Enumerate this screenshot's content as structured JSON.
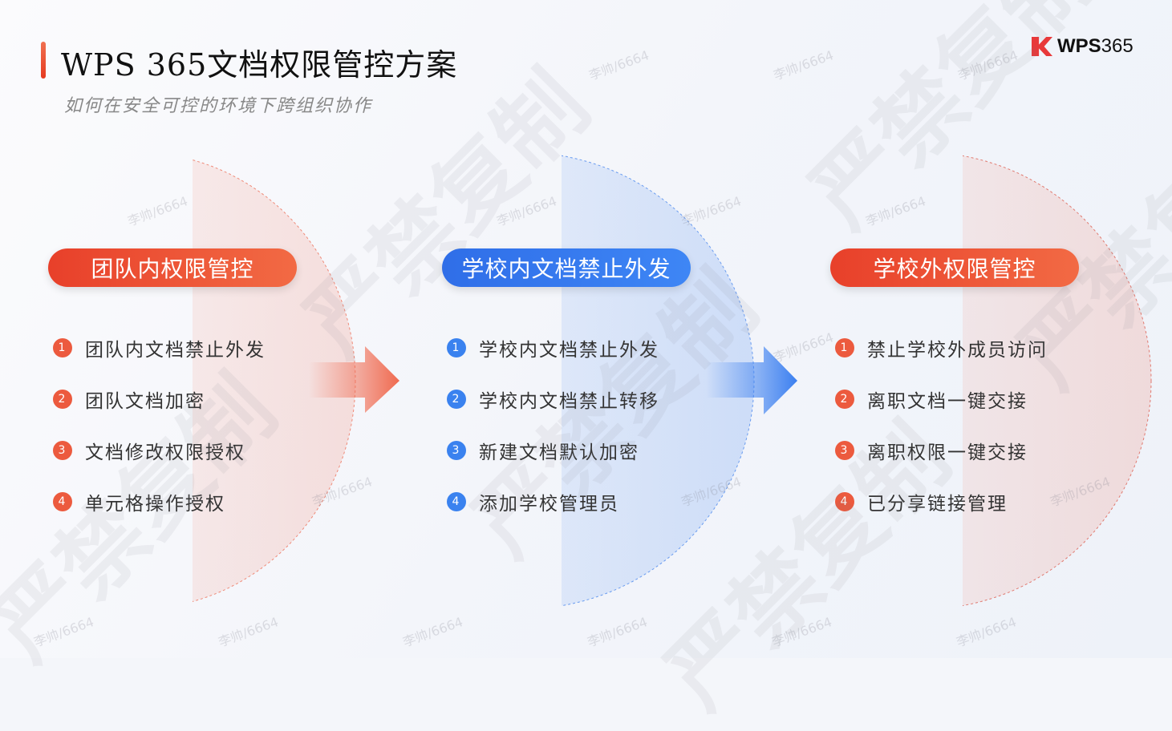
{
  "header": {
    "title": "WPS 365文档权限管控方案",
    "subtitle": "如何在安全可控的环境下跨组织协作"
  },
  "logo": {
    "text_bold": "WPS",
    "text_light": "365"
  },
  "columns": [
    {
      "title": "团队内权限管控",
      "color": "#e8402a",
      "items": [
        {
          "n": "1",
          "label": "团队内文档禁止外发"
        },
        {
          "n": "2",
          "label": "团队文档加密"
        },
        {
          "n": "3",
          "label": "文档修改权限授权"
        },
        {
          "n": "4",
          "label": "单元格操作授权"
        }
      ]
    },
    {
      "title": "学校内文档禁止外发",
      "color": "#2f6ee8",
      "items": [
        {
          "n": "1",
          "label": "学校内文档禁止外发"
        },
        {
          "n": "2",
          "label": "学校内文档禁止转移"
        },
        {
          "n": "3",
          "label": "新建文档默认加密"
        },
        {
          "n": "4",
          "label": "添加学校管理员"
        }
      ]
    },
    {
      "title": "学校外权限管控",
      "color": "#e8402a",
      "items": [
        {
          "n": "1",
          "label": "禁止学校外成员访问"
        },
        {
          "n": "2",
          "label": "离职文档一键交接"
        },
        {
          "n": "3",
          "label": "离职权限一键交接"
        },
        {
          "n": "4",
          "label": "已分享链接管理"
        }
      ]
    }
  ],
  "watermark": {
    "big": "严禁复制",
    "small": "李帅/6664"
  }
}
